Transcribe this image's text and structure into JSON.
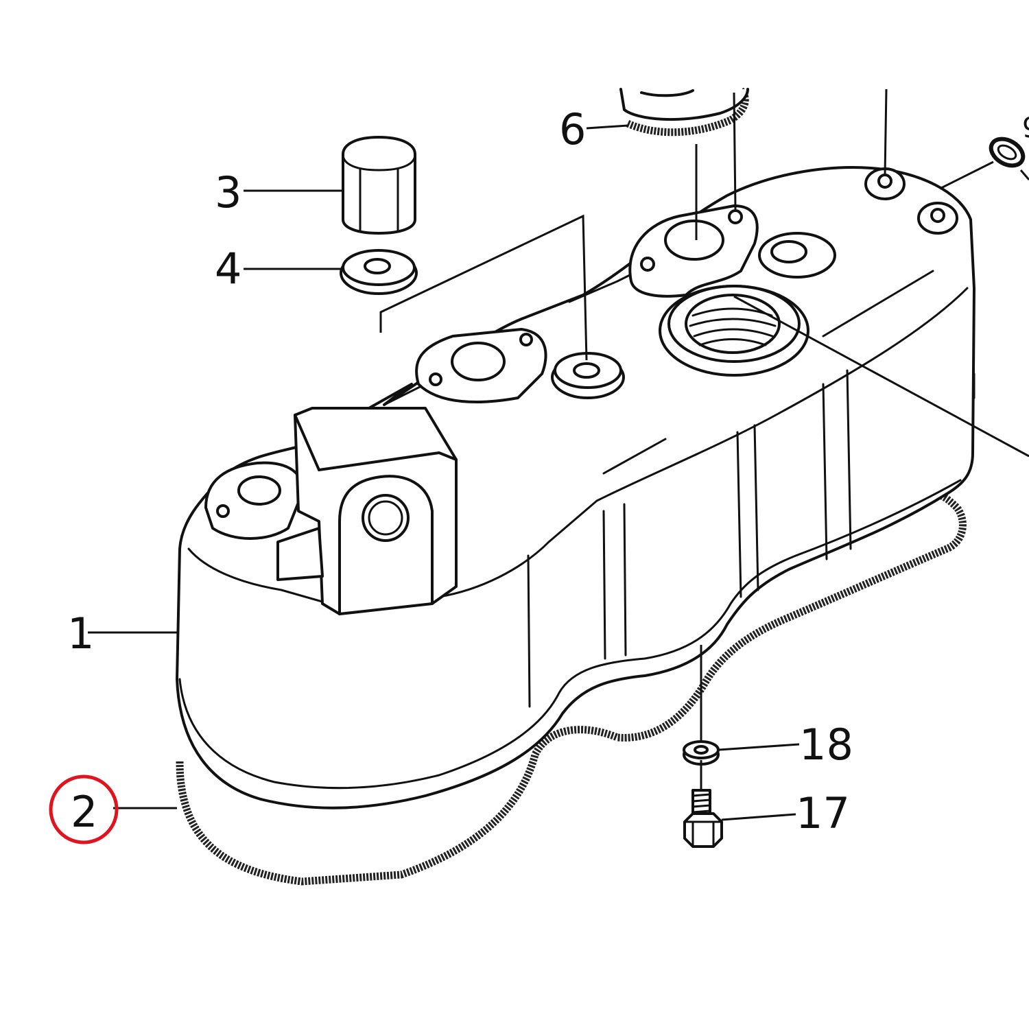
{
  "diagram": {
    "callouts": [
      {
        "id": "1",
        "label": "1"
      },
      {
        "id": "2",
        "label": "2"
      },
      {
        "id": "3",
        "label": "3"
      },
      {
        "id": "4",
        "label": "4"
      },
      {
        "id": "6",
        "label": "6"
      },
      {
        "id": "17",
        "label": "17"
      },
      {
        "id": "18",
        "label": "18"
      }
    ],
    "highlighted_callout": "2",
    "highlight_color": "#e0141e",
    "line_color": "#111111"
  }
}
